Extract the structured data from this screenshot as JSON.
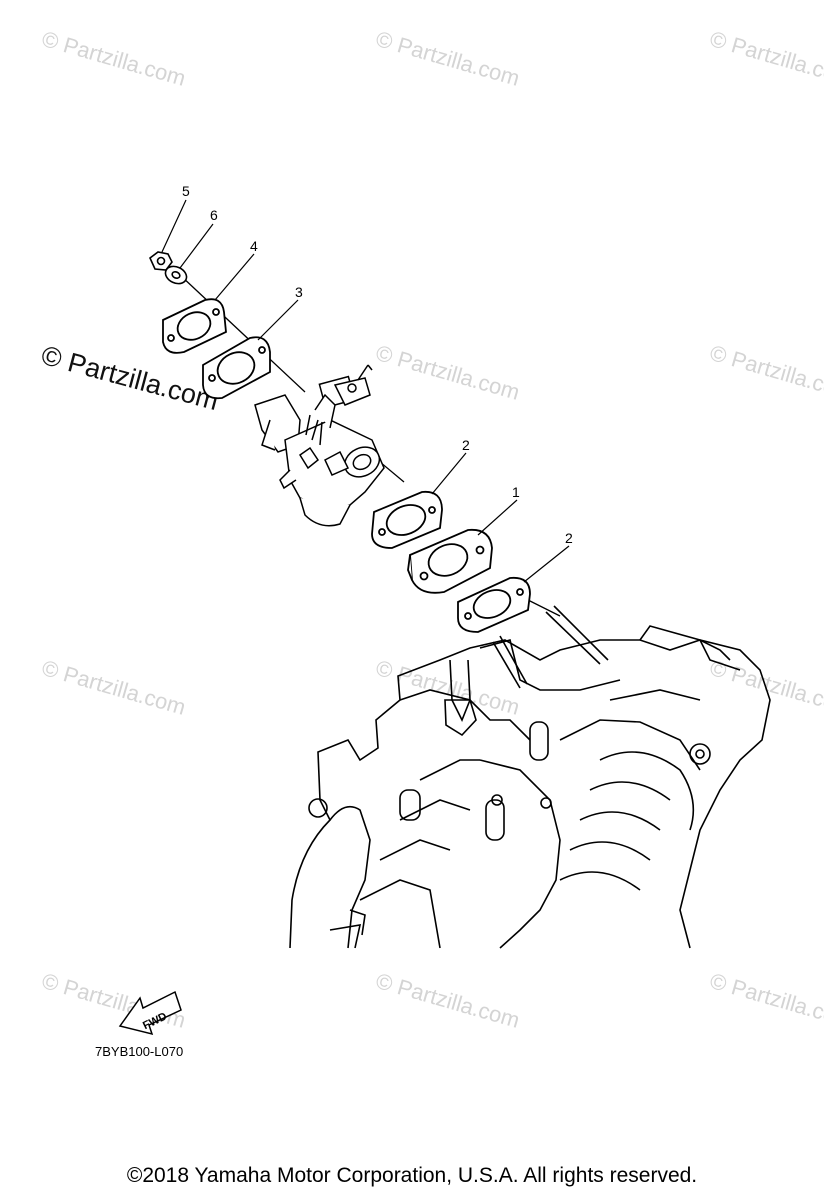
{
  "watermark": {
    "text": "© Partzilla.com",
    "color": "#d4d4d4"
  },
  "callouts": {
    "c5": "5",
    "c6": "6",
    "c4": "4",
    "c3": "3",
    "c2a": "2",
    "c1": "1",
    "c2b": "2"
  },
  "fwd_label": "FWD",
  "ref_code": "7BYB100-L070",
  "footer_text": "©2018  Yamaha Motor Corporation, U.S.A. All rights reserved."
}
